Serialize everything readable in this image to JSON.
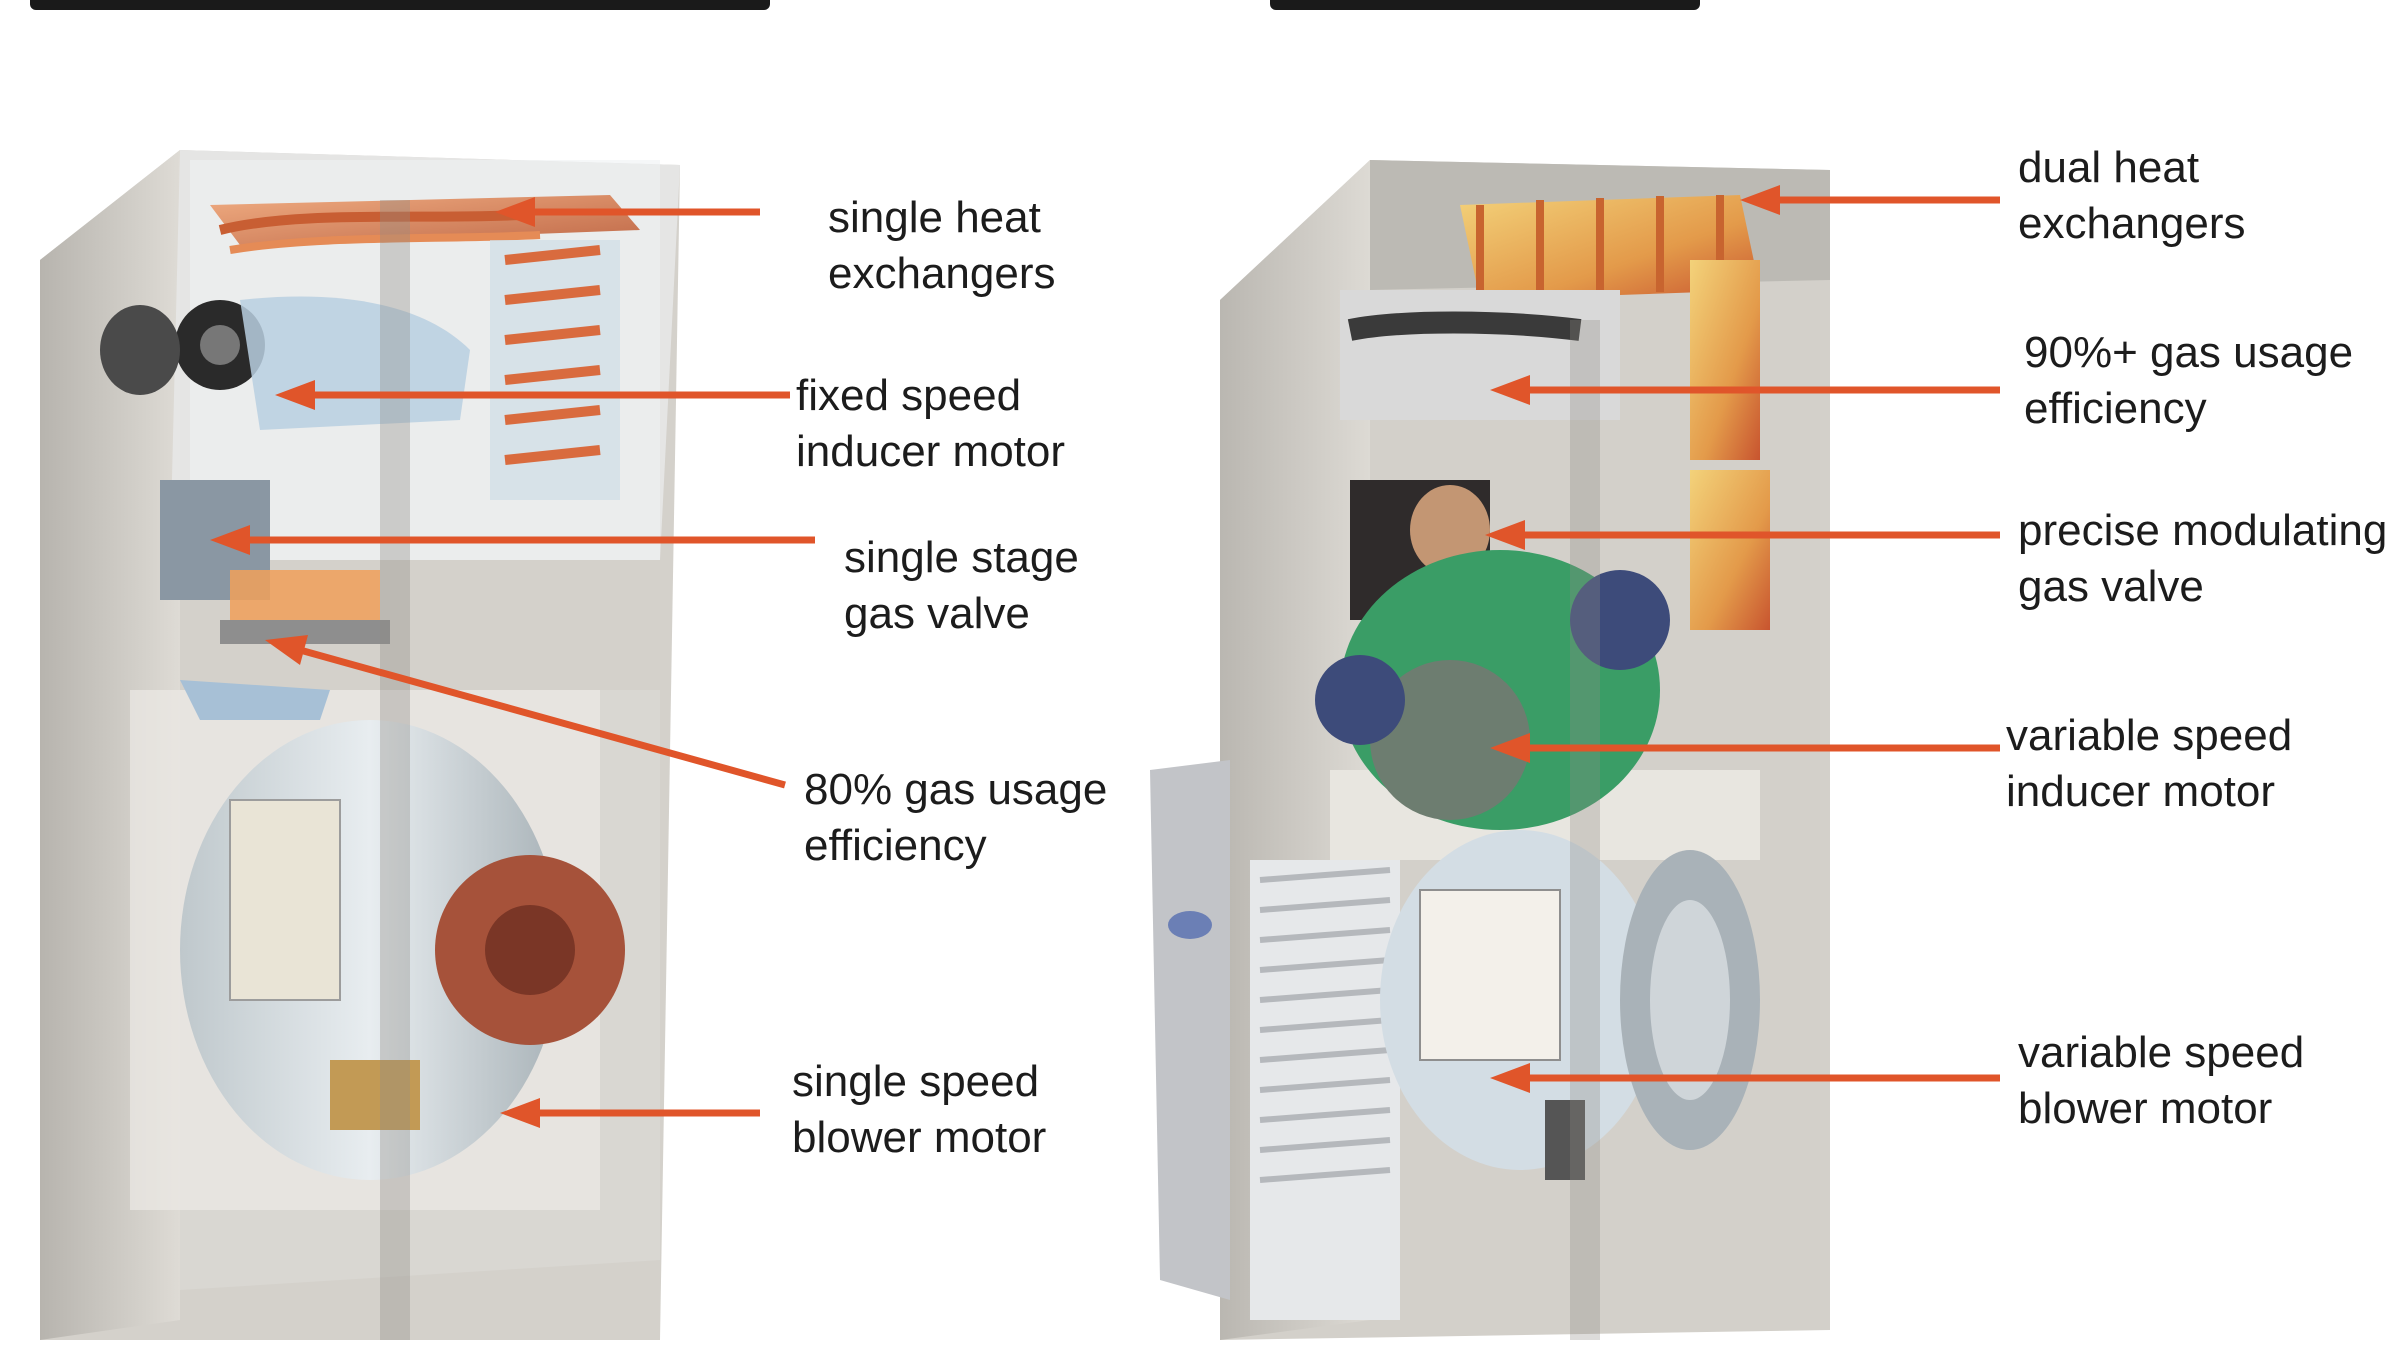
{
  "left_furnace": {
    "labels": [
      {
        "id": "single-heat-exchangers",
        "lines": [
          "single heat",
          "exchangers"
        ]
      },
      {
        "id": "fixed-speed-inducer-motor",
        "lines": [
          "fixed speed",
          "inducer motor"
        ]
      },
      {
        "id": "single-stage-gas-valve",
        "lines": [
          "single stage",
          "gas valve"
        ]
      },
      {
        "id": "80-gas-usage-efficiency",
        "lines": [
          "80% gas usage",
          "efficiency"
        ]
      },
      {
        "id": "single-speed-blower-motor",
        "lines": [
          "single speed",
          "blower motor"
        ]
      }
    ]
  },
  "right_furnace": {
    "labels": [
      {
        "id": "dual-heat-exchangers",
        "lines": [
          "dual heat",
          "exchangers"
        ]
      },
      {
        "id": "90-gas-usage-efficiency",
        "lines": [
          "90%+ gas usage",
          "efficiency"
        ]
      },
      {
        "id": "precise-modulating-gas-valve",
        "lines": [
          "precise modulating",
          "gas valve"
        ]
      },
      {
        "id": "variable-speed-inducer-motor",
        "lines": [
          "variable speed",
          "inducer motor"
        ]
      },
      {
        "id": "variable-speed-blower-motor",
        "lines": [
          "variable speed",
          "blower motor"
        ]
      }
    ]
  },
  "colors": {
    "arrow": "#e0552a",
    "cabinet": "#c9c7c2",
    "heat_exchanger_copper": "#d9774a",
    "heat_exchanger_gold": "#e3b04a",
    "blower": "#d7dde0",
    "inducer_green": "#3fa86a"
  }
}
